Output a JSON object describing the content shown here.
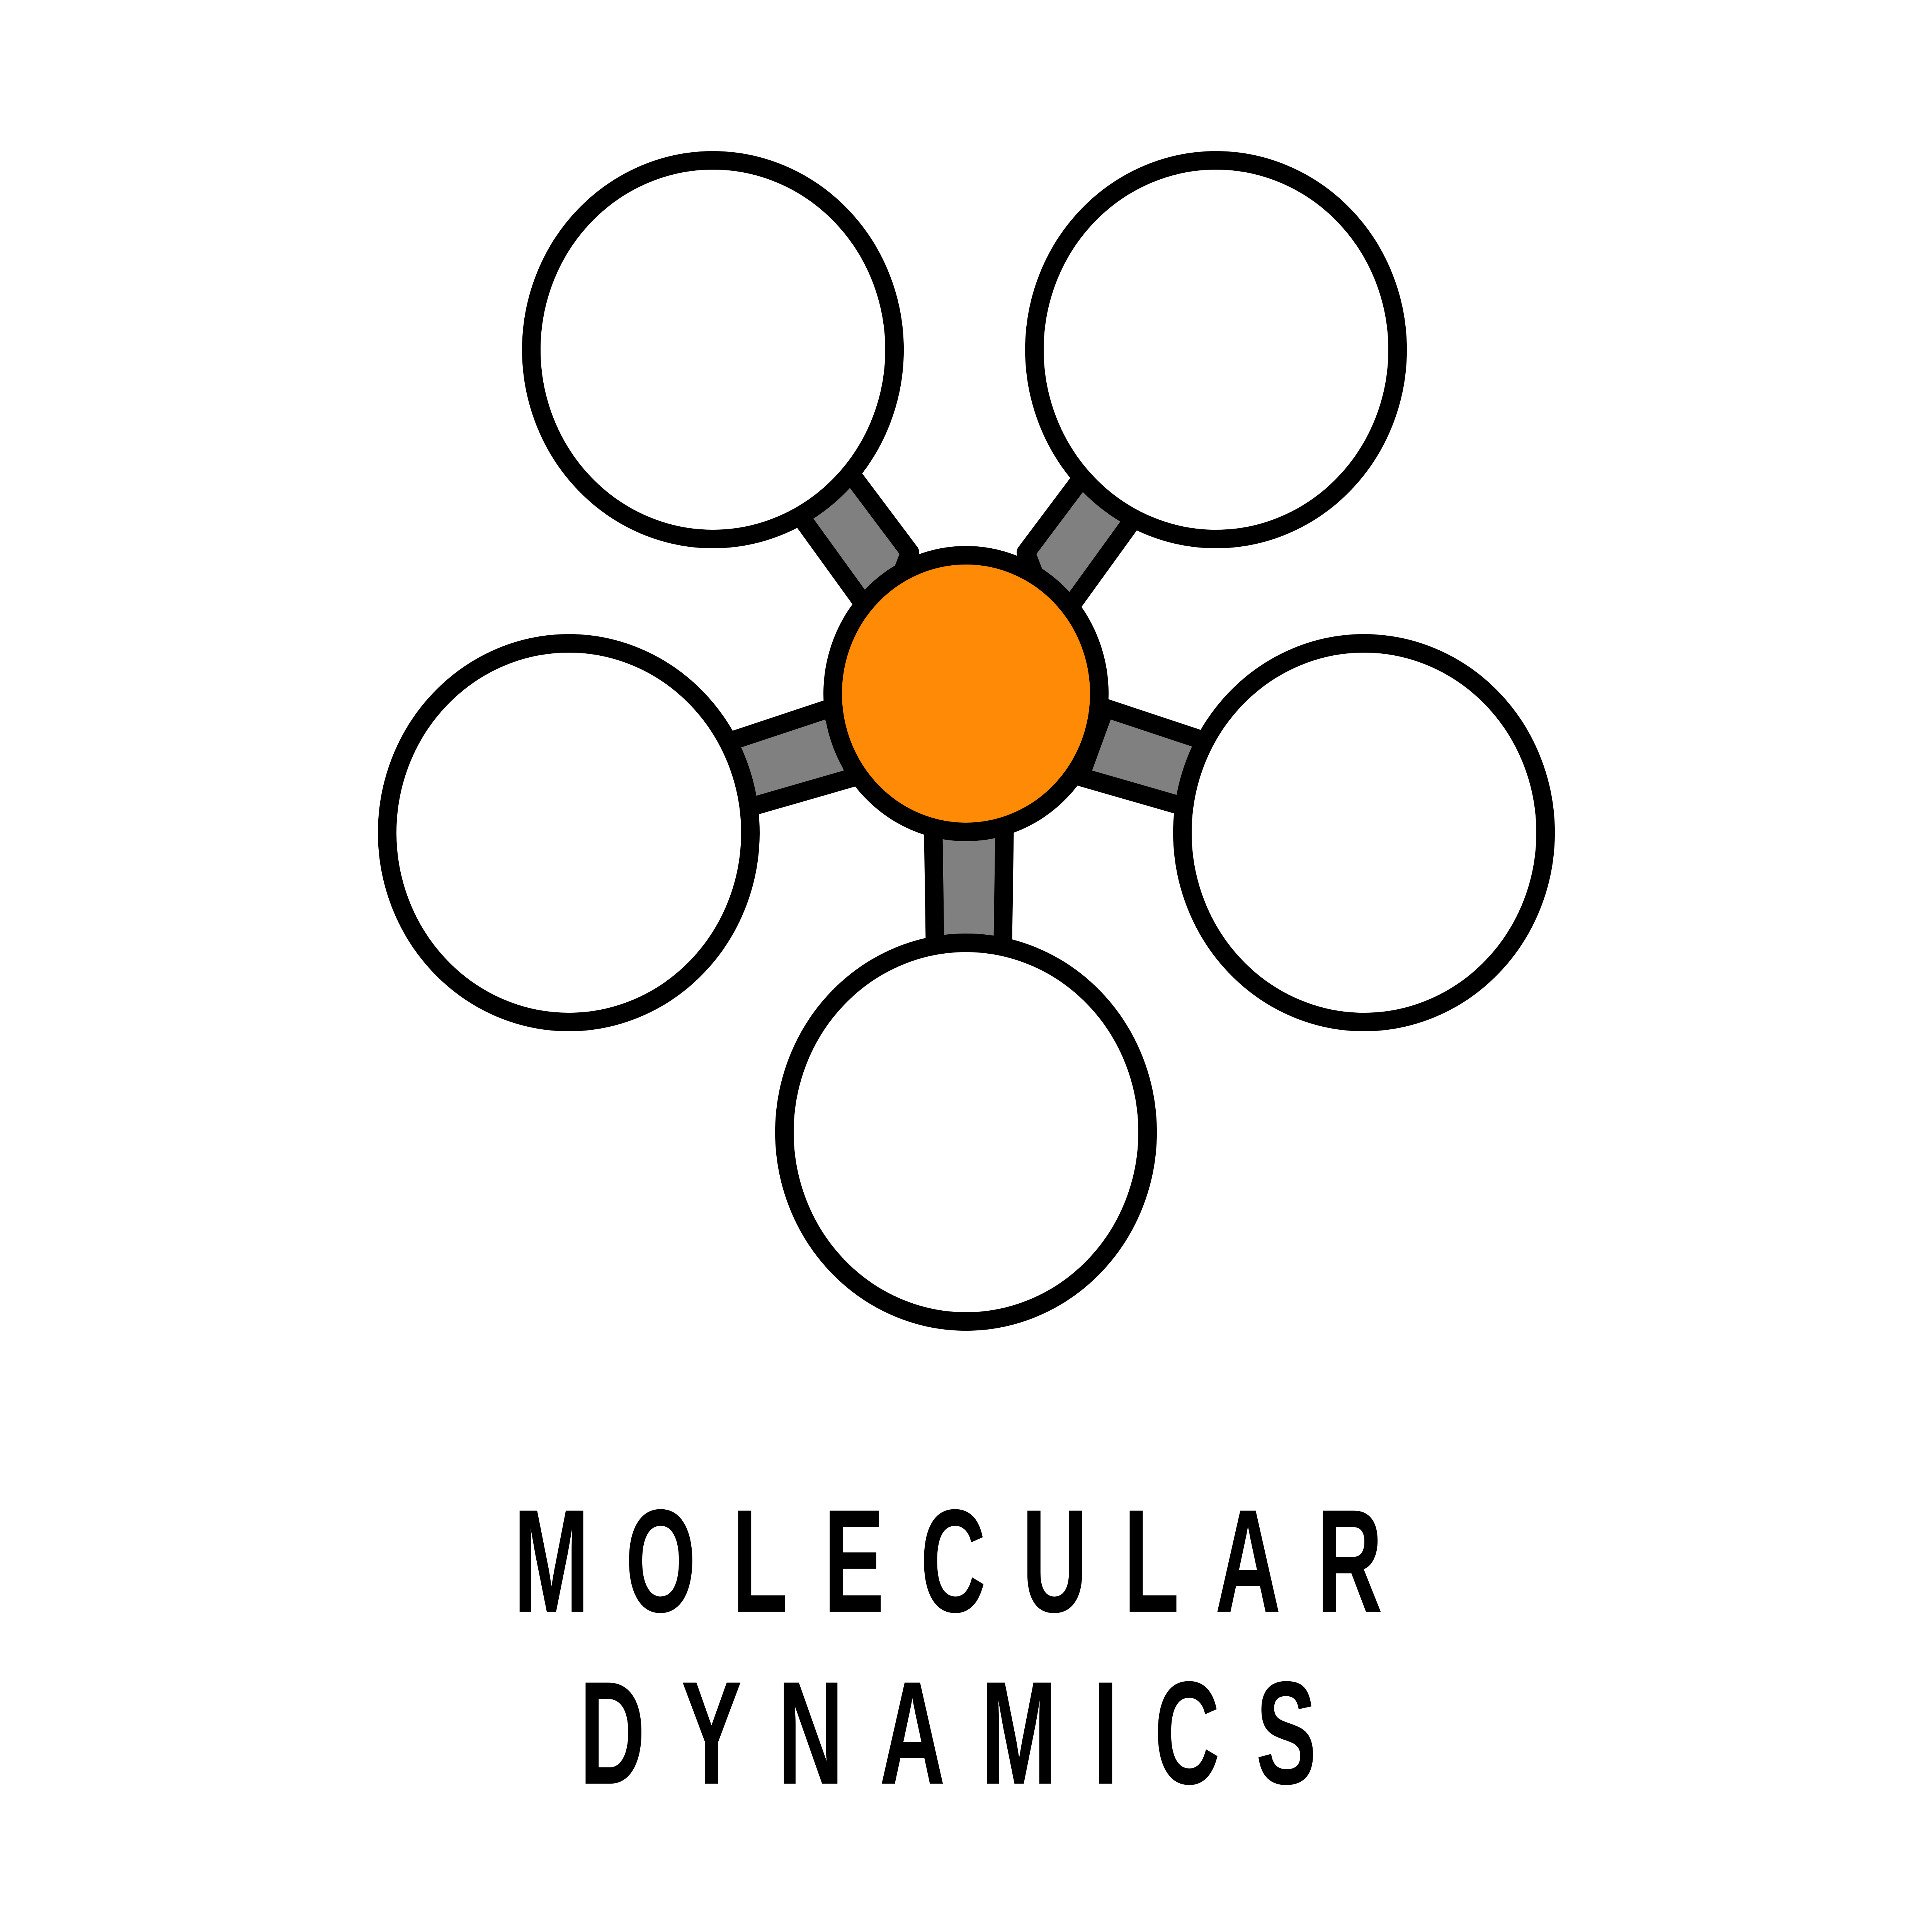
{
  "logo": {
    "center_atom_color": "#FF8A05",
    "outer_atom_color": "#FFFFFF",
    "bond_color": "#808080",
    "outline_color": "#000000",
    "outer_atom_count": 5
  },
  "caption": {
    "line1": "MOLECULAR",
    "line2": "DYNAMICS"
  }
}
